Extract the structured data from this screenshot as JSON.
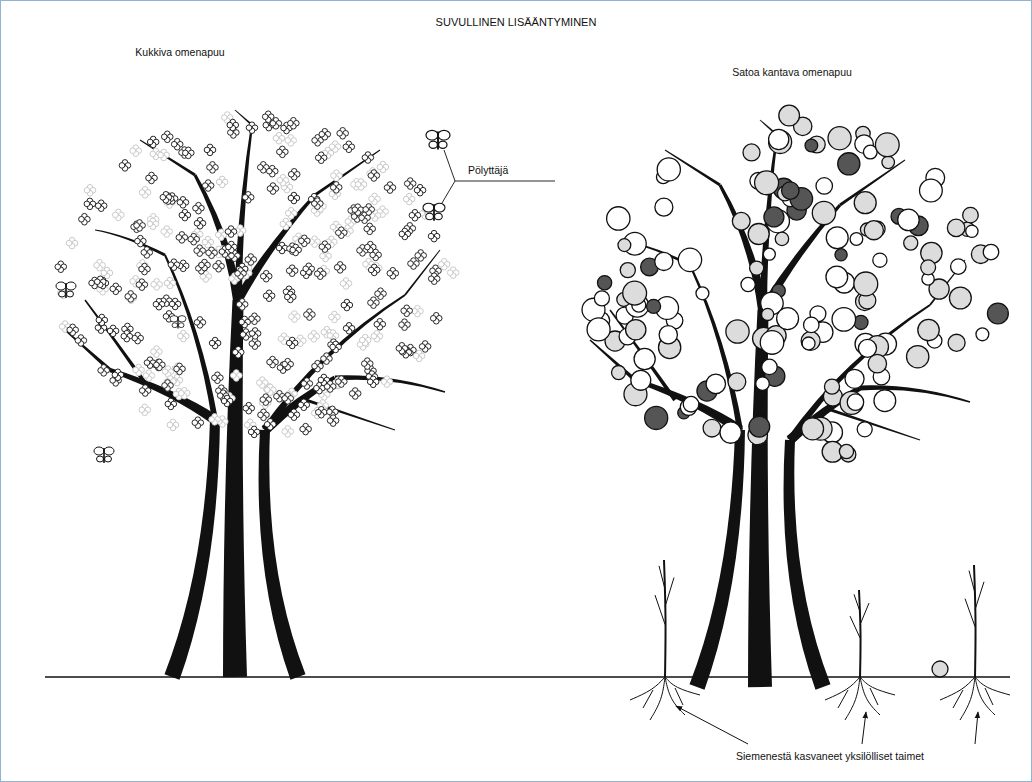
{
  "diagram": {
    "title": "SUVULLINEN LISÄÄNTYMINEN",
    "labels": [
      "Kukkiva omenapuu",
      "Satoa kantava omenapuu",
      "Pölyttäjä",
      "Siemenestä kasvaneet yksilölliset taimet"
    ]
  }
}
